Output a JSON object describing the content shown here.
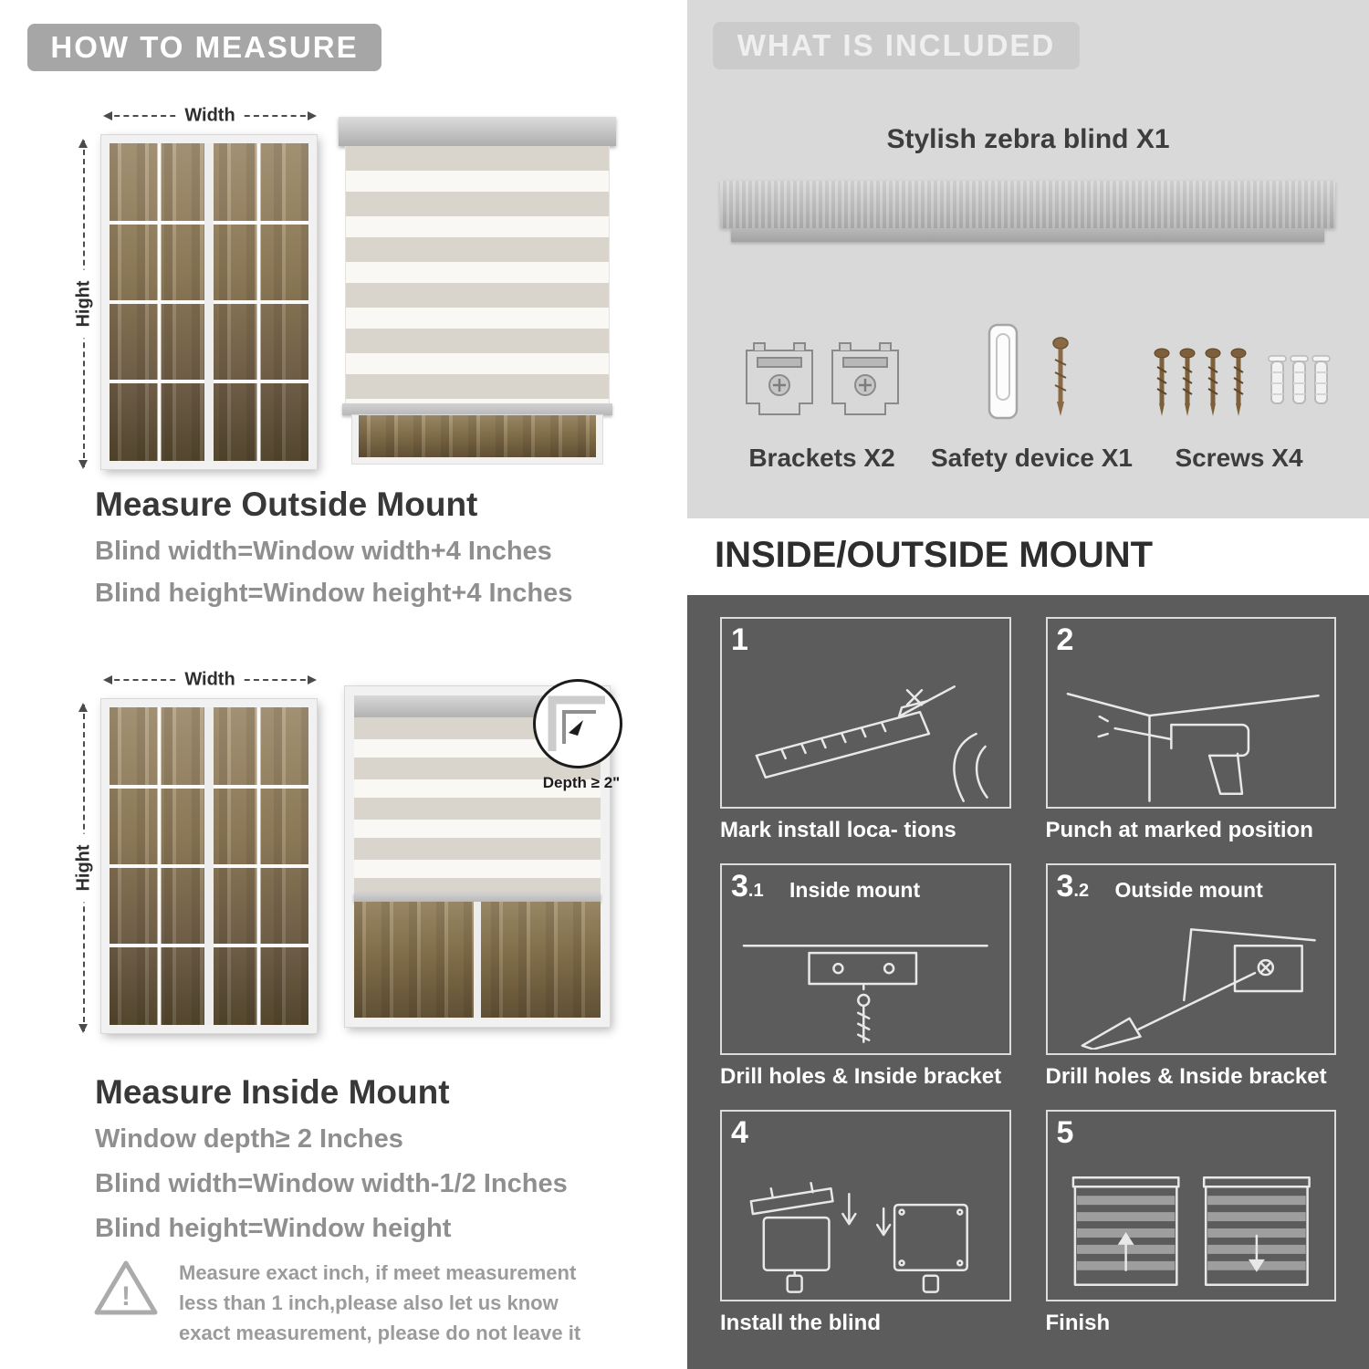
{
  "left": {
    "header": "HOW TO MEASURE",
    "outside": {
      "width_label": "Width",
      "height_label": "Hight",
      "heading": "Measure Outside Mount",
      "line1": "Blind width=Window width+4 Inches",
      "line2": "Blind height=Window height+4 Inches"
    },
    "inside": {
      "width_label": "Width",
      "height_label": "Hight",
      "depth_label": "Depth ≥ 2\"",
      "heading": "Measure Inside Mount",
      "line1": "Window depth≥ 2 Inches",
      "line2": "Blind width=Window width-1/2 Inches",
      "line3": "Blind height=Window height"
    },
    "warning": {
      "icon_glyph": "!",
      "text": "Measure exact inch, if meet measurement less than 1 inch,please also let us know exact measurement, please do not leave it"
    }
  },
  "right": {
    "included": {
      "header": "WHAT IS INCLUDED",
      "product_label": "Stylish zebra blind X1",
      "items": [
        {
          "label": "Brackets X2"
        },
        {
          "label": "Safety device X1"
        },
        {
          "label": "Screws X4"
        }
      ]
    },
    "mount": {
      "header": "INSIDE/OUTSIDE MOUNT",
      "steps": [
        {
          "num": "1",
          "sub": "",
          "title": "",
          "caption": "Mark install loca- tions"
        },
        {
          "num": "2",
          "sub": "",
          "title": "",
          "caption": "Punch at  marked position"
        },
        {
          "num": "3",
          "sub": ".1",
          "title": "Inside mount",
          "caption": "Drill holes &  Inside bracket"
        },
        {
          "num": "3",
          "sub": ".2",
          "title": "Outside mount",
          "caption": "Drill holes &  Inside bracket"
        },
        {
          "num": "4",
          "sub": "",
          "title": "",
          "caption": "Install the blind"
        },
        {
          "num": "5",
          "sub": "",
          "title": "",
          "caption": "Finish"
        }
      ]
    }
  },
  "colors": {
    "pill_gray": "#a6a6a6",
    "light_panel": "#d9d9d9",
    "dark_panel": "#5c5c5c",
    "heading_text": "#383838",
    "body_gray_text": "#8f8f8f"
  }
}
